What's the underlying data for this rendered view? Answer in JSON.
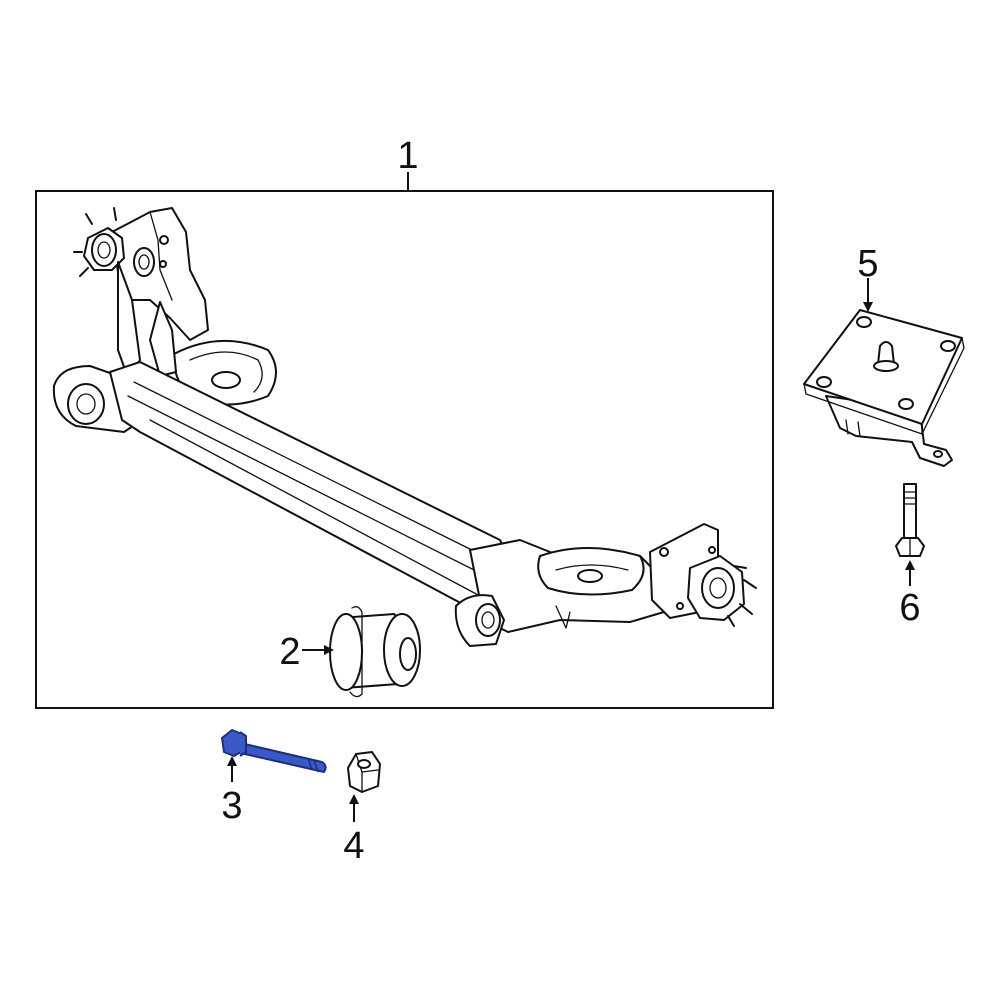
{
  "parts": [
    {
      "callout": "1",
      "name": "rear-axle-beam",
      "highlighted": false
    },
    {
      "callout": "2",
      "name": "axle-bushing",
      "highlighted": false
    },
    {
      "callout": "3",
      "name": "pivot-bolt",
      "highlighted": true
    },
    {
      "callout": "4",
      "name": "nut",
      "highlighted": false
    },
    {
      "callout": "5",
      "name": "bracket",
      "highlighted": false
    },
    {
      "callout": "6",
      "name": "bracket-bolt",
      "highlighted": false
    }
  ],
  "colors": {
    "line": "#111111",
    "highlight": "#3a59c6",
    "highlight_dark": "#1c2f7a",
    "background": "#ffffff"
  }
}
